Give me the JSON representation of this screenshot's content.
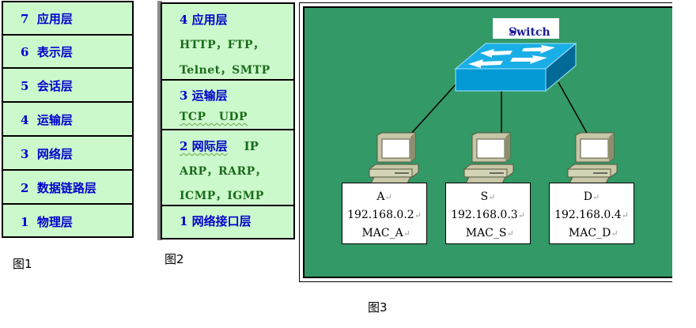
{
  "figure1": {
    "caption": "图1",
    "layers": [
      {
        "num": "7",
        "name": "应用层"
      },
      {
        "num": "6",
        "name": "表示层"
      },
      {
        "num": "5",
        "name": "会话层"
      },
      {
        "num": "4",
        "name": "运输层"
      },
      {
        "num": "3",
        "name": "网络层"
      },
      {
        "num": "2",
        "name": "数据链路层"
      },
      {
        "num": "1",
        "name": "物理层"
      }
    ]
  },
  "figure2": {
    "caption": "图2",
    "layers": [
      {
        "title": "4  应用层",
        "protocols": [
          "HTTP，FTP，",
          "Telnet，SMTP"
        ]
      },
      {
        "title": "3  运输层",
        "protocols": [
          "TCP   UDP"
        ]
      },
      {
        "title": "2  网际层",
        "title_extra": "IP",
        "protocols": [
          "ARP，RARP，",
          "ICMP，IGMP"
        ]
      },
      {
        "title": "1  网络接口层",
        "protocols": []
      }
    ]
  },
  "figure3": {
    "caption": "图3",
    "switch_label": "Switch",
    "return_mark": "↵",
    "colors": {
      "background": "#339966",
      "switch": "#0099cc",
      "label_text": "#1a1a99"
    },
    "hosts": [
      {
        "name": "A",
        "ip": "192.168.0.2",
        "mac": "MAC_A"
      },
      {
        "name": "S",
        "ip": "192.168.0.3",
        "mac": "MAC_S"
      },
      {
        "name": "D",
        "ip": "192.168.0.4",
        "mac": "MAC_D"
      }
    ]
  }
}
